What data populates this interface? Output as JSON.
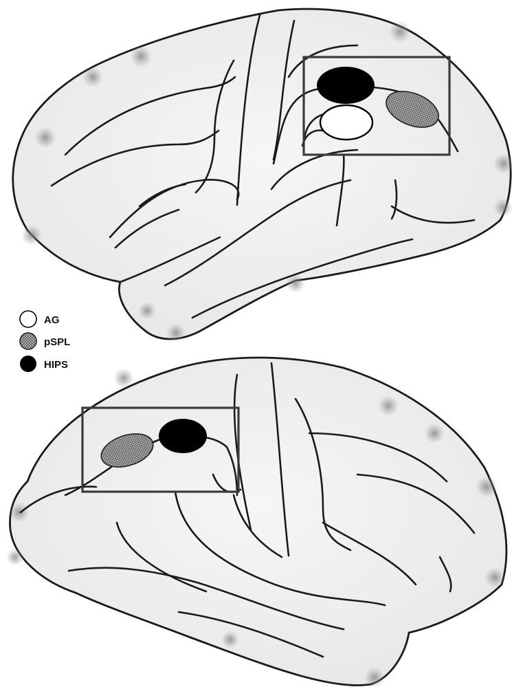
{
  "legend": {
    "items": [
      {
        "label": "AG",
        "fill": "#ffffff",
        "pattern": "none"
      },
      {
        "label": "pSPL",
        "fill": "#9a9a9a",
        "pattern": "checker"
      },
      {
        "label": "HIPS",
        "fill": "#000000",
        "pattern": "none"
      }
    ]
  },
  "colors": {
    "brain_fill": "#efefef",
    "outline": "#1a1a1a",
    "roi_box": "#3a3a3a"
  }
}
